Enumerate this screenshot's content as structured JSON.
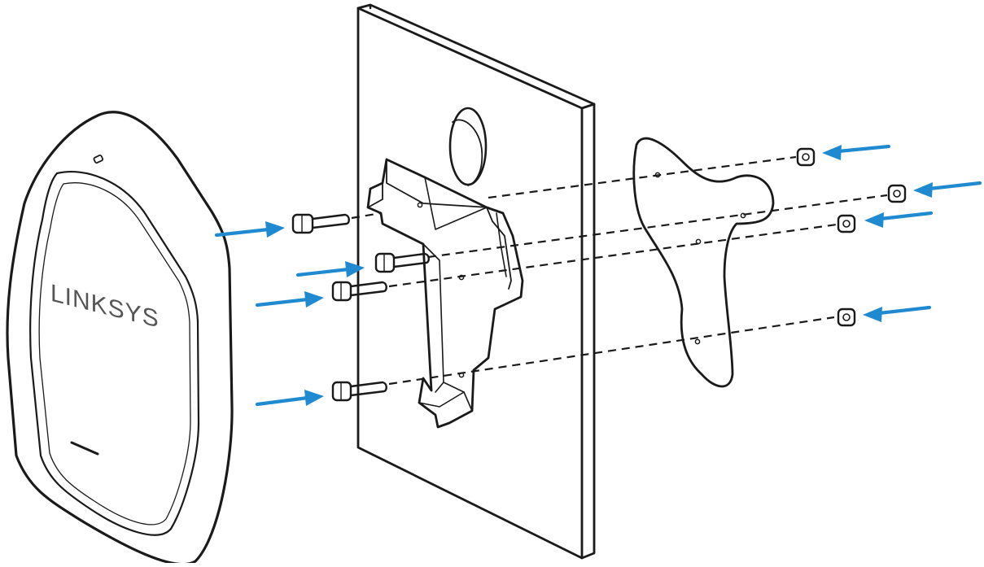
{
  "brand": {
    "logo_text": "LINKSYS"
  },
  "colors": {
    "arrow": "#1f8ad0",
    "outline": "#1a1a1a",
    "device_body": "#f2f2f2"
  },
  "icons": [
    "access-point-device",
    "wall-panel",
    "mounting-bracket",
    "backing-plate",
    "screw",
    "nut",
    "insert-arrow"
  ]
}
